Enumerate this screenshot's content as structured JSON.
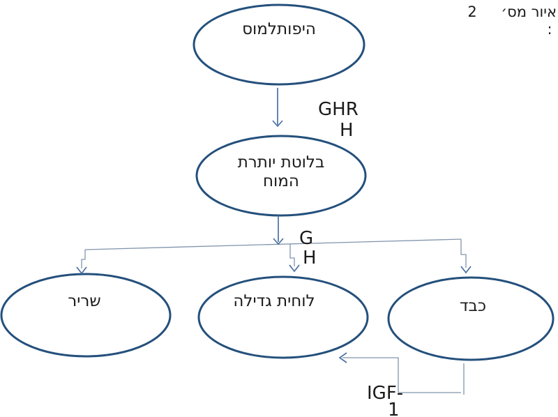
{
  "figure": {
    "caption_label": "איור מס׳",
    "caption_number": "2",
    "caption_colon": ":"
  },
  "diagram": {
    "nodes": {
      "hypothalamus": {
        "label": "היפותלמוס"
      },
      "pituitary": {
        "label_line1": "בלוטת יותרת",
        "label_line2": "המוח"
      },
      "muscle": {
        "label": "שריר"
      },
      "growth_plate": {
        "label": "לוחית גדילה"
      },
      "liver": {
        "label": "כבד"
      }
    },
    "hormones": {
      "ghrh": {
        "line1": "GHR",
        "line2": "H"
      },
      "gh": {
        "line1": "G",
        "line2": "H"
      },
      "igf1": {
        "line1": "IGF-",
        "line2": "1"
      }
    },
    "colors": {
      "node_stroke": "#24507c",
      "node_fill": "#ffffff",
      "arrow": "#4a70a0",
      "connector_light": "#8195ac",
      "text": "#1a1a1a"
    }
  }
}
